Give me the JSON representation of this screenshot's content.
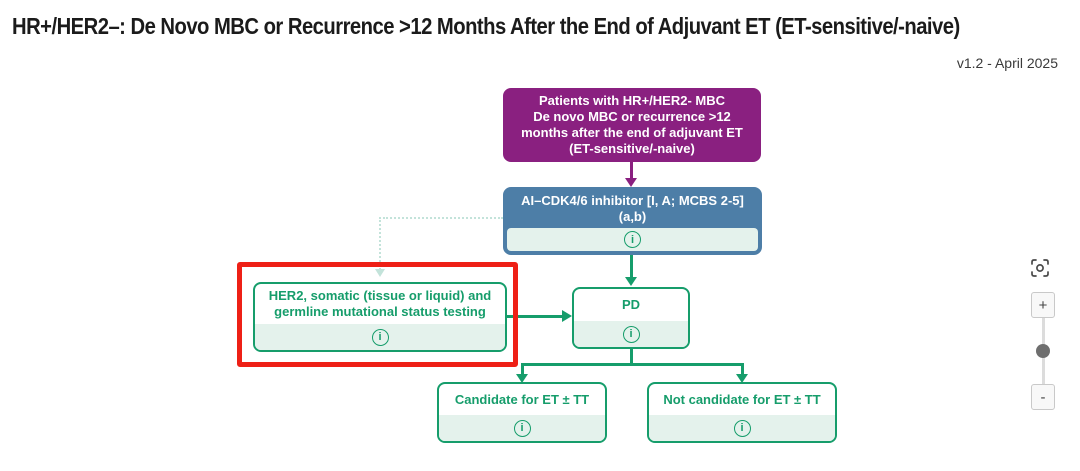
{
  "header": {
    "title": "HR+/HER2–: De Novo MBC or Recurrence >12 Months After the End of Adjuvant ET (ET-sensitive/-naive)",
    "version": "v1.2 - April 2025"
  },
  "colors": {
    "purple": "#8a2080",
    "blue": "#4d7ea7",
    "green": "#169d6b",
    "light_green_strip": "#e4f2ec",
    "highlight_red": "#ee2016",
    "dashed_teal": "#c3e3da"
  },
  "flowchart": {
    "patients_box": {
      "lines": [
        "Patients with HR+/HER2- MBC",
        "De novo MBC or recurrence >12",
        "months after the end of adjuvant ET",
        "(ET-sensitive/-naive)"
      ]
    },
    "treatment_box": {
      "lines": [
        "AI–CDK4/6 inhibitor [I, A; MCBS 2-5]",
        "(a,b)"
      ]
    },
    "testing_box": {
      "lines": [
        "HER2, somatic (tissue or liquid) and",
        "germline mutational status testing"
      ]
    },
    "pd_box": {
      "label": "PD"
    },
    "candidate_box": {
      "label": "Candidate for ET ± TT"
    },
    "not_candidate_box": {
      "label": "Not candidate for ET ± TT"
    },
    "info_icon_glyph": "i"
  },
  "zoom_controls": {
    "zoom_in_label": "+",
    "zoom_out_label": "-"
  }
}
